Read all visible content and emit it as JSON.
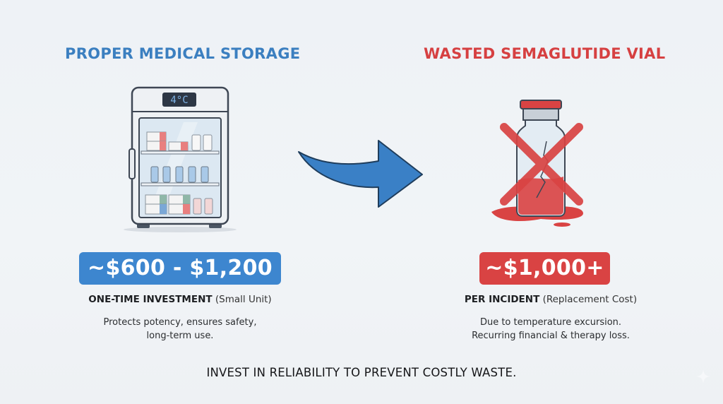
{
  "left_panel": {
    "heading": "PROPER MEDICAL STORAGE",
    "fridge_display": "4°C",
    "price": "~$600 - $1,200",
    "caption_bold": "ONE-TIME INVESTMENT",
    "caption_light": "(Small Unit)",
    "description_line1": "Protects potency, ensures safety,",
    "description_line2": "long-term use.",
    "accent_color": "#3d86cf"
  },
  "right_panel": {
    "heading": "WASTED SEMAGLUTIDE VIAL",
    "price": "~$1,000+",
    "caption_bold": "PER INCIDENT",
    "caption_light": "(Replacement Cost)",
    "description_line1": "Due to temperature excursion.",
    "description_line2": "Recurring financial & therapy loss.",
    "accent_color": "#d94343"
  },
  "arrow": {
    "icon": "curved-arrow-right-icon",
    "color": "#3a80c6"
  },
  "footer": {
    "tagline": "INVEST IN RELIABILITY TO PREVENT COSTLY WASTE."
  }
}
